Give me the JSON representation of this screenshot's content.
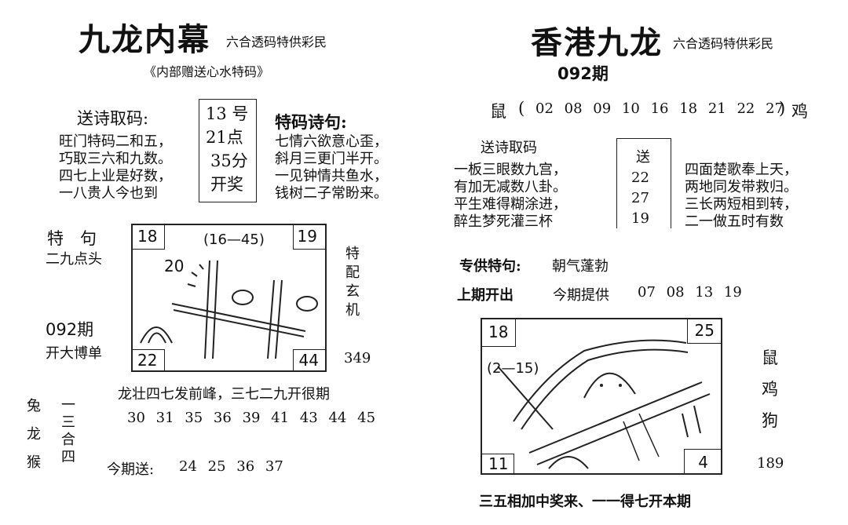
{
  "left": {
    "title": "九龙内幕",
    "tagline": "六合透码特供彩民",
    "subtitle": "《内部赠送心水特码》",
    "poem_header": "送诗取码:",
    "poem_lines": [
      "旺门特码二和五，",
      "巧取三六和九数。",
      "四七上业是好数，",
      "一八贵人今也到"
    ],
    "draw_time": [
      "13 号",
      "21点",
      "35分",
      "开奖"
    ],
    "special_poem_header": "特码诗句:",
    "special_poem_lines": [
      "七情六欲意心歪，",
      "斜月三更门半开。",
      "一见钟情共鱼水，",
      "钱树二子常盼来。"
    ],
    "special_phrase_label": "特　句",
    "special_phrase": "二九点头",
    "period": "092期",
    "big_small": "开大博单",
    "side_chars": [
      "特",
      "配",
      "玄",
      "机"
    ],
    "side_number": "349",
    "sketch": {
      "tl": "18",
      "tr": "19",
      "bl": "22",
      "br": "44",
      "note": "(16—45)",
      "scribble": "20"
    },
    "verse": "龙壮四七发前峰，三七二九开很期",
    "zodiac": [
      "兔",
      "龙",
      "猴"
    ],
    "three_combo": [
      "一",
      "三",
      "合",
      "四"
    ],
    "numbers": [
      "30",
      "31",
      "35",
      "36",
      "39",
      "41",
      "43",
      "44",
      "45"
    ],
    "send_label": "今期送:",
    "send_numbers": [
      "24",
      "25",
      "36",
      "37"
    ]
  },
  "right": {
    "title": "香港九龙",
    "tagline": "六合透码特供彩民",
    "period": "092期",
    "rat_label": "鼠",
    "rooster_label": "鸡",
    "open_paren": "(",
    "close_paren": ")",
    "rat_numbers": [
      "02",
      "08",
      "09",
      "10",
      "16",
      "18",
      "21",
      "22",
      "27"
    ],
    "poem_header": "送诗取码",
    "poem_lines": [
      "一板三眼数九宫，",
      "有加无减数八卦。",
      "平生难得糊涂进，",
      "醉生梦死灌三杯"
    ],
    "send_head": "送",
    "send_numbers": [
      "22",
      "27",
      "19"
    ],
    "poem2_lines": [
      "四面楚歌奉上天，",
      "两地同发带救归。",
      "三长两短相到转，",
      "二一做五时有数"
    ],
    "special_label": "专供特句:",
    "special_phrase": "朝气蓬勃",
    "last_label": "上期开出",
    "current_label": "今期提供",
    "current_numbers": [
      "07",
      "08",
      "13",
      "19"
    ],
    "sketch": {
      "tl": "18",
      "tr": "25",
      "bl": "11",
      "br": "4",
      "note": "(2—15)"
    },
    "side_zodiac": [
      "鼠",
      "鸡",
      "狗"
    ],
    "side_number": "189",
    "footer": "三五相加中奖来、一一得七开本期"
  }
}
